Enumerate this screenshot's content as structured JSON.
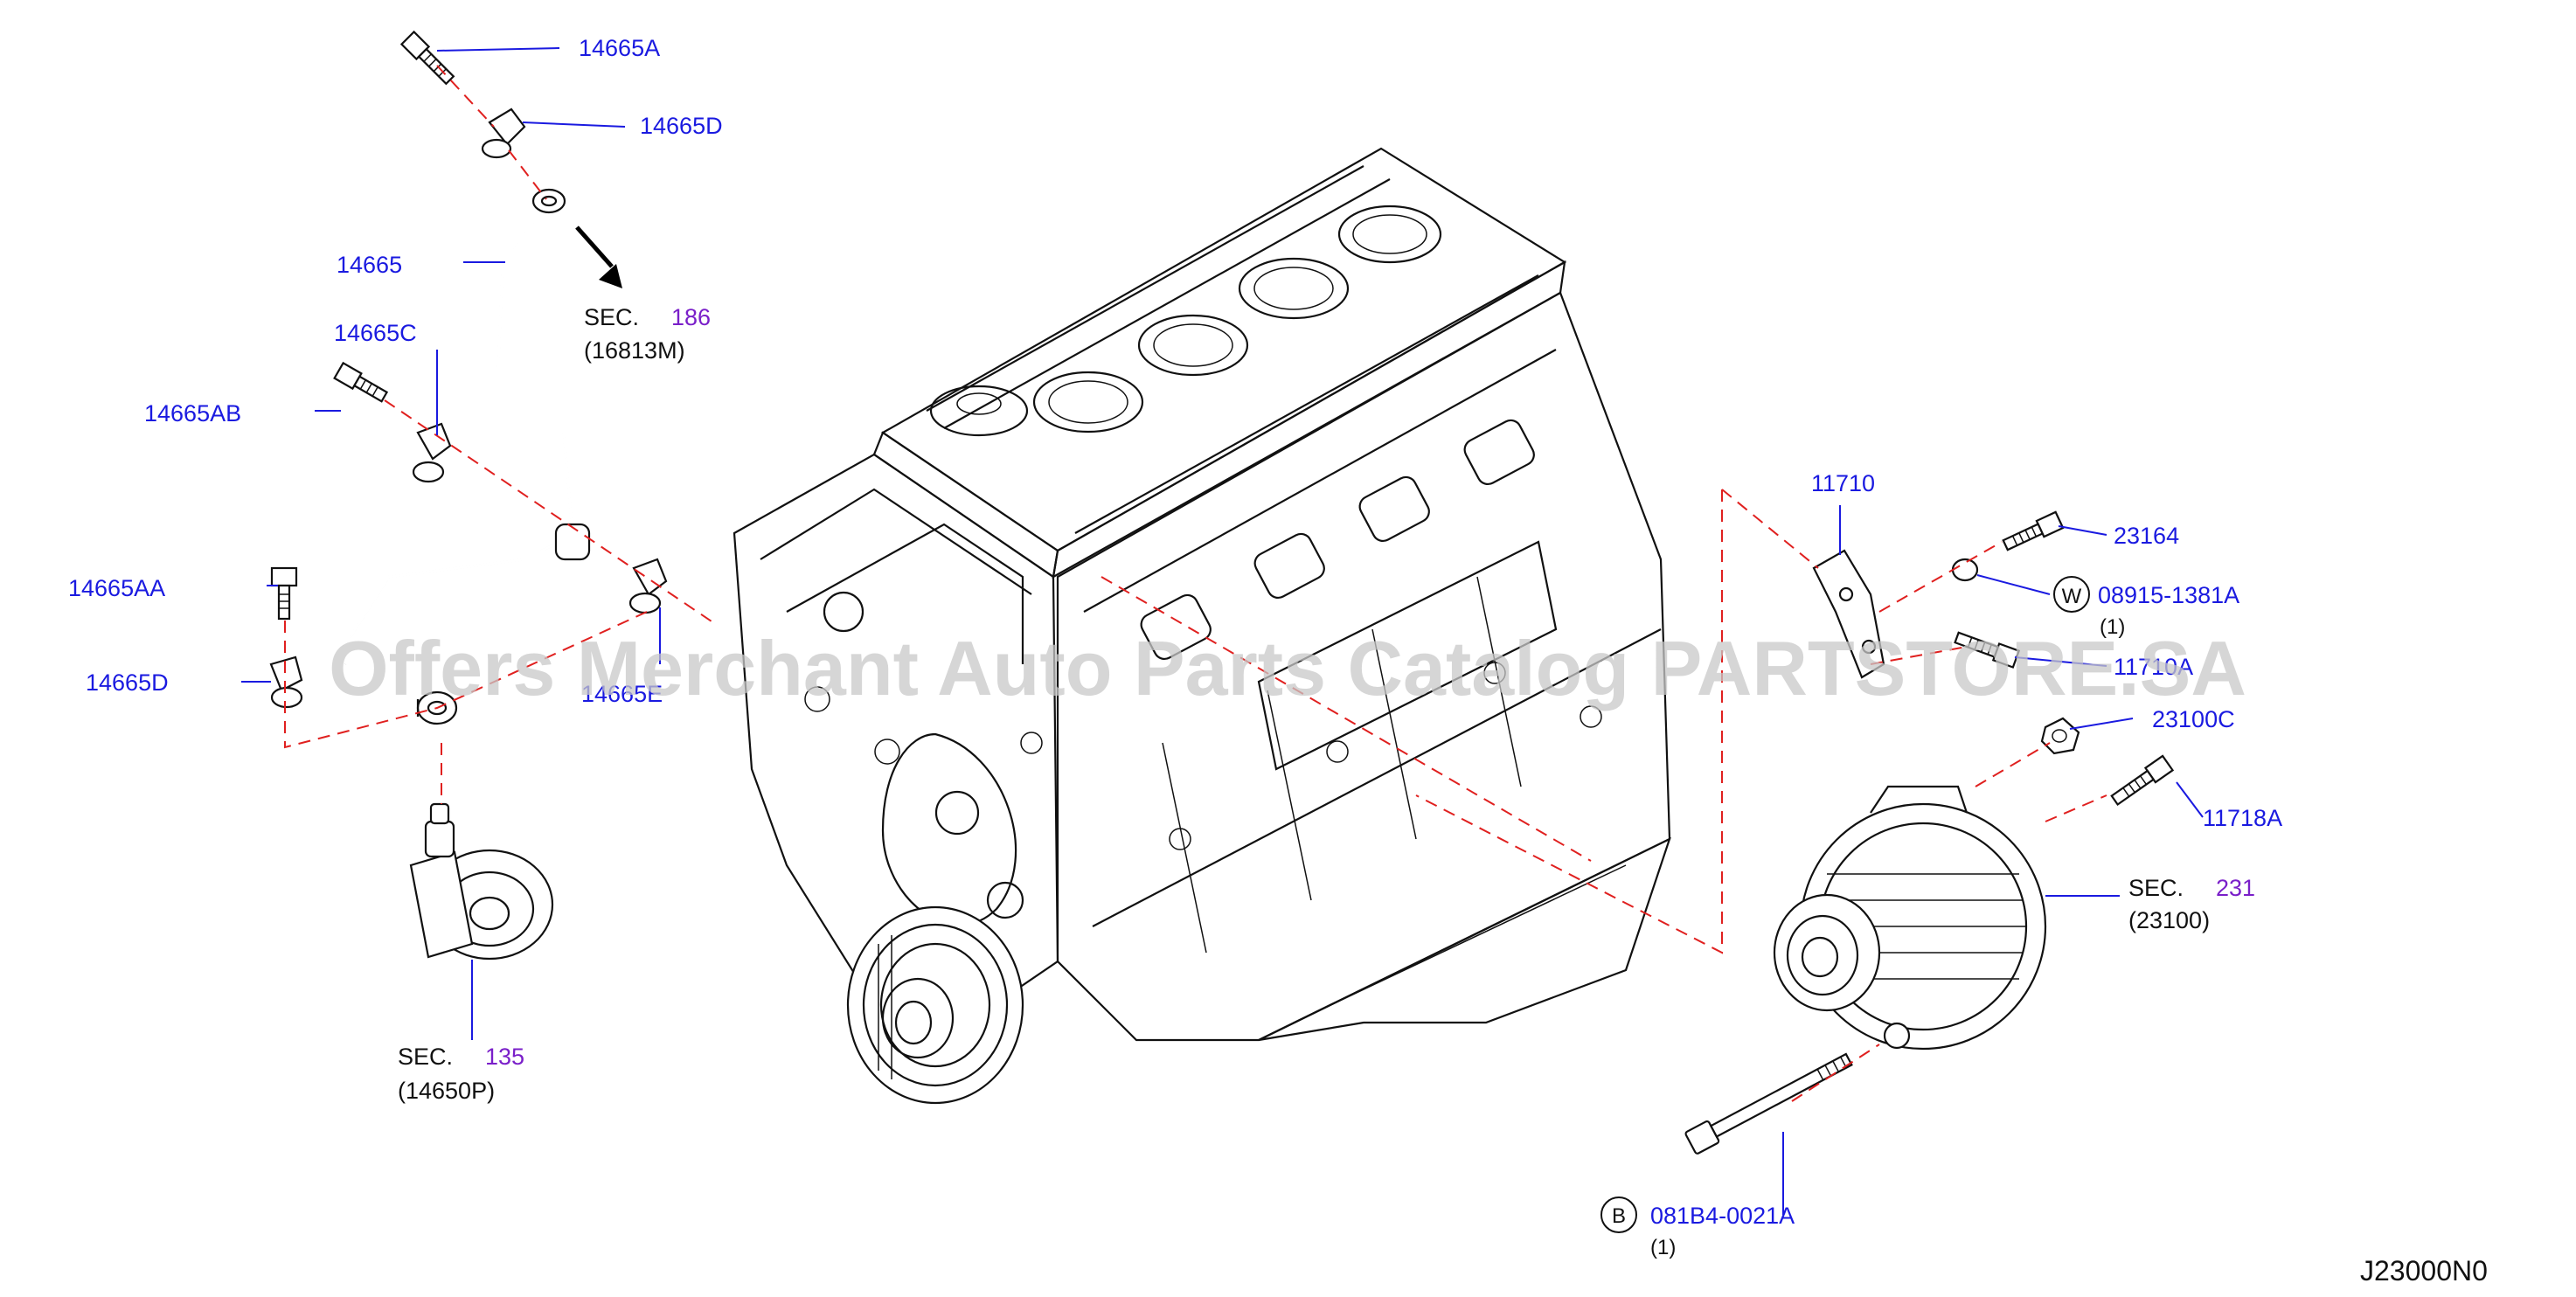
{
  "labels": {
    "p14665A": "14665A",
    "p14665D_top": "14665D",
    "p14665": "14665",
    "sec186_word": "SEC.",
    "sec186_num": "186",
    "sec186_ref": "(16813M)",
    "p14665C": "14665C",
    "p14665AB": "14665AB",
    "p14665AA": "14665AA",
    "p14665D_bottom": "14665D",
    "p14665E": "14665E",
    "sec135_word": "SEC.",
    "sec135_num": "135",
    "sec135_ref": "(14650P)",
    "p11710": "11710",
    "p23164": "23164",
    "w_circle": "W",
    "p08915": "08915-1381A",
    "qty_w": "(1)",
    "p11710A": "11710A",
    "p23100C": "23100C",
    "p11718A": "11718A",
    "sec231_word": "SEC.",
    "sec231_num": "231",
    "sec231_ref": "(23100)",
    "b_circle": "B",
    "p081B4": "081B4-0021A",
    "qty_b": "(1)",
    "diagram_code": "J23000N0"
  },
  "watermark": "Offers Merchant Auto Parts Catalog PARTSTORE.SA",
  "colors": {
    "part_number": "#1a1ae0",
    "section_number": "#7a1fc9",
    "dashed_line": "#e0201f",
    "linework": "#111111",
    "watermark": "#c8c8c8"
  }
}
